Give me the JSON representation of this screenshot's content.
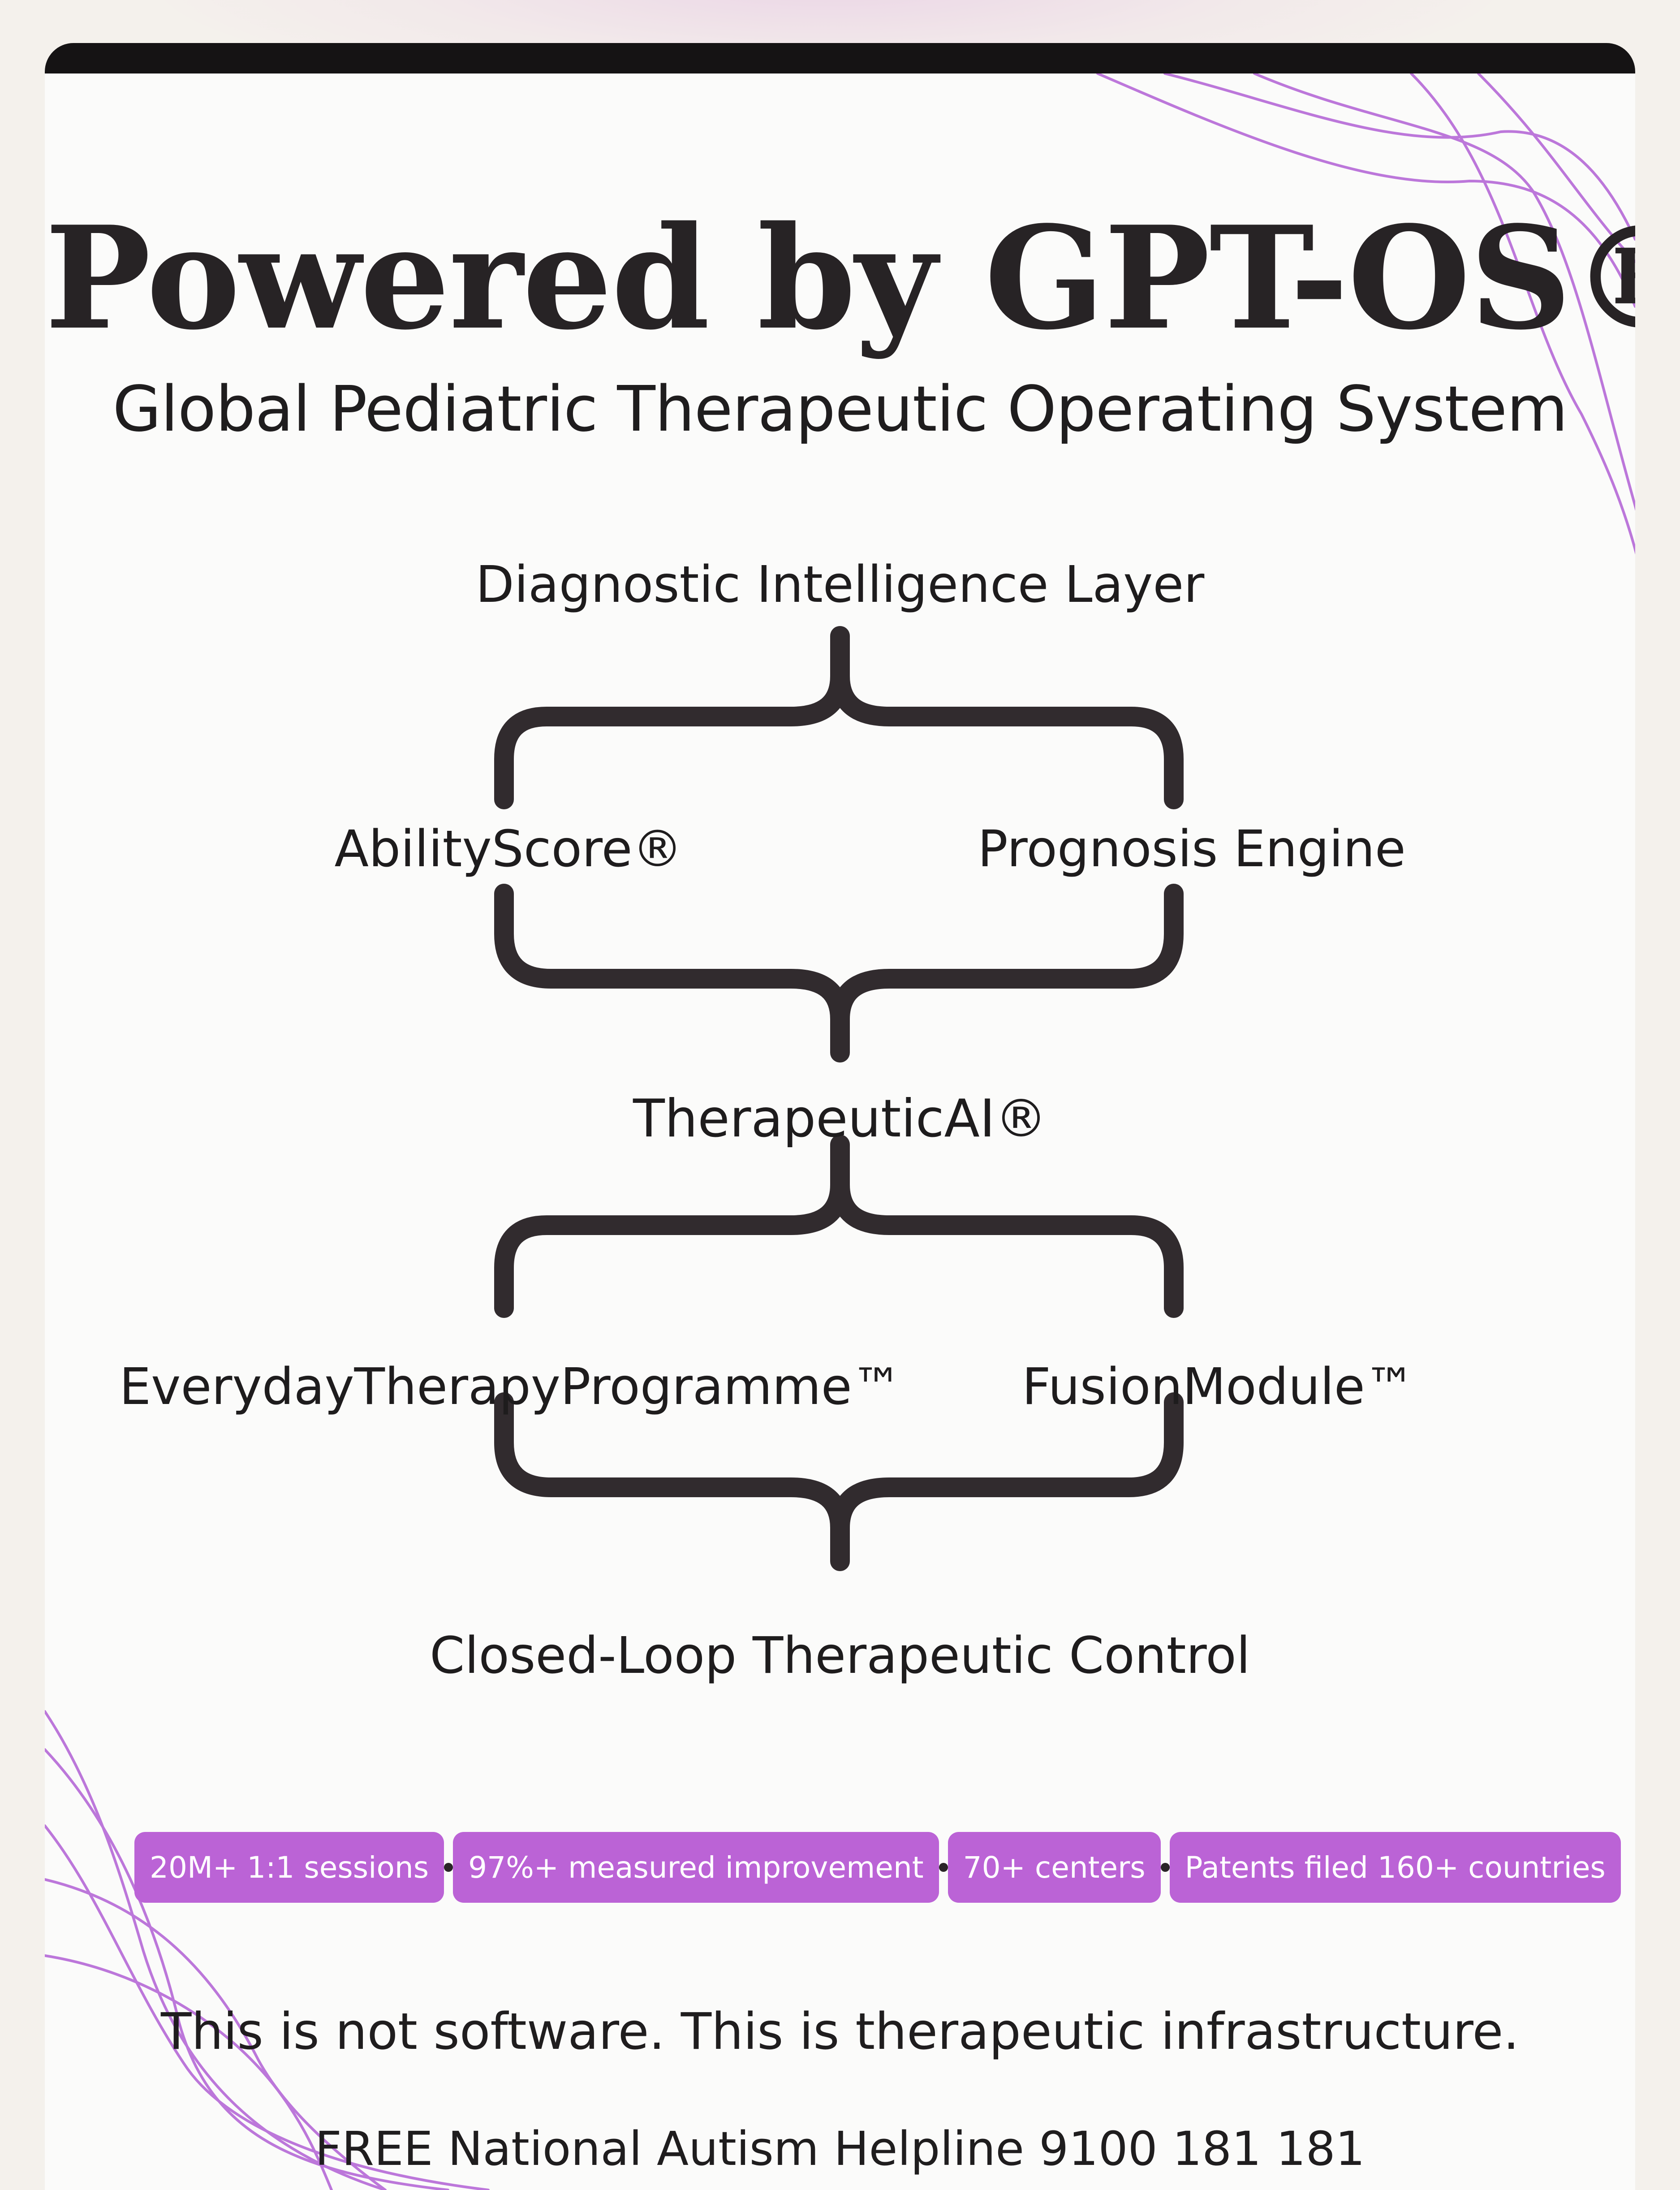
{
  "header": {
    "title": "Powered by GPT-OS®",
    "subtitle": "Global Pediatric Therapeutic Operating System"
  },
  "diagram": {
    "nodes": {
      "diagnostic_layer": "Diagnostic Intelligence Layer",
      "ability_score": "AbilityScore®",
      "prognosis_engine": "Prognosis Engine",
      "therapeutic_ai": "TherapeuticAI®",
      "everyday_therapy": "EverydayTherapyProgramme™",
      "fusion_module": "FusionModule™",
      "closed_loop": "Closed-Loop Therapeutic Control"
    }
  },
  "stats": [
    "20M+ 1:1 sessions",
    "97%+ measured improvement",
    "70+ centers",
    "Patents filed 160+ countries"
  ],
  "tagline": "This is not software. This is therapeutic infrastructure.",
  "helpline": "FREE National Autism Helpline 9100 181 181",
  "colors": {
    "page_background": "#f4f1ec",
    "card_background": "#fbfbfa",
    "top_bar": "#151314",
    "accent_purple": "#bb63d6",
    "connector_dark": "#312b2e",
    "text_dark": "#1f1d1e"
  },
  "icons": {
    "decor": "purple-flowing-lines",
    "connector": "curly-brace-connector"
  }
}
